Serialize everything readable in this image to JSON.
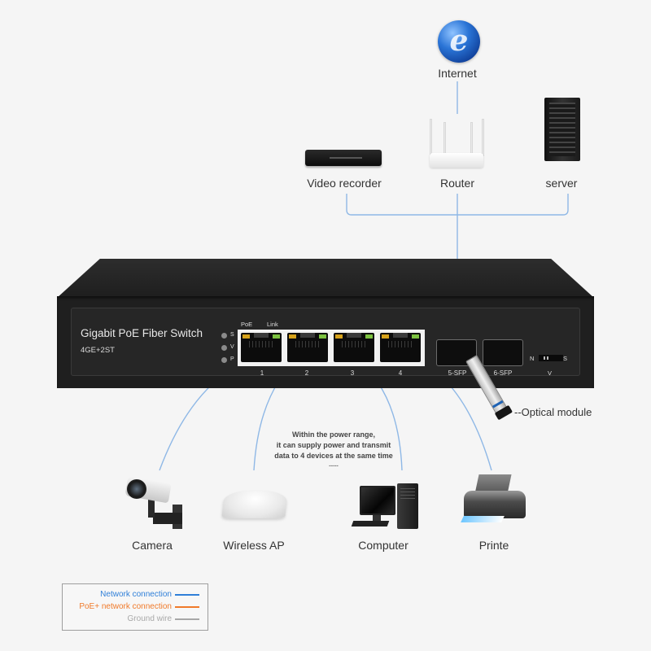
{
  "diagram": {
    "title": "Gigabit PoE Fiber Switch network topology",
    "top_nodes": {
      "internet": {
        "label": "Internet",
        "icon": "globe-ie-icon"
      },
      "video_recorder": {
        "label": "Video recorder",
        "icon": "nvr-icon"
      },
      "router": {
        "label": "Router",
        "icon": "router-icon"
      },
      "server": {
        "label": "server",
        "icon": "server-icon"
      }
    },
    "switch": {
      "name": "Gigabit PoE Fiber Switch",
      "model": "4GE+2ST",
      "indicator_labels": [
        "S",
        "V",
        "P"
      ],
      "header_labels": {
        "poe": "PoE",
        "link": "Link"
      },
      "ports": [
        {
          "number": "1"
        },
        {
          "number": "2"
        },
        {
          "number": "3"
        },
        {
          "number": "4"
        }
      ],
      "sfp_ports": [
        {
          "label": "5-SFP"
        },
        {
          "label": "6-SFP"
        }
      ],
      "dip_switch": {
        "left": "N",
        "right": "S",
        "label": "V"
      }
    },
    "optical_module": {
      "label": "--Optical module"
    },
    "note": {
      "lines": [
        "Within the power range,",
        "it can supply power and transmit",
        "data to 4 devices at the same time",
        "......"
      ]
    },
    "end_devices": [
      {
        "label": "Camera",
        "icon": "camera-icon"
      },
      {
        "label": "Wireless AP",
        "icon": "wireless-ap-icon"
      },
      {
        "label": "Computer",
        "icon": "computer-icon"
      },
      {
        "label": "Printe",
        "icon": "printer-icon"
      }
    ],
    "legend": {
      "items": [
        {
          "label": "Network connection",
          "color": "#2f7fd8"
        },
        {
          "label": "PoE+ network connection",
          "color": "#f07a2a"
        },
        {
          "label": "Ground wire",
          "color": "#a8a8a8"
        }
      ]
    },
    "colors": {
      "background": "#f5f5f5",
      "wire": "#8fb8e6",
      "switch_body": "#1f1f1f",
      "poe_led": "#d6a21b",
      "link_led": "#7cc140"
    }
  }
}
